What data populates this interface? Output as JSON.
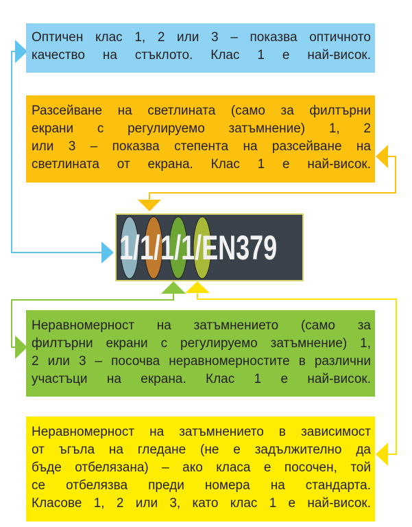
{
  "boxes": {
    "optical_class": {
      "color": "#8ed3f3",
      "lines": [
        "Оптичен клас 1, 2 или 3 – показва оптичното",
        "качество на стъклото. Клас 1 е най-висок."
      ]
    },
    "light_diffusion": {
      "color": "#fcc10e",
      "lines": [
        "Разсейване на светлината (само за филтърни",
        "екрани с регулируемо затъмнение) 1, 2",
        "или 3 – показва степента на разсейване на",
        "светлината от екрана. Клас 1 е най-висок."
      ]
    },
    "luminous_variation": {
      "color": "#8bc53f",
      "lines": [
        "Неравномерност на затъмнението (само за",
        "филтърни екрани с регулируемо затъмнение) 1,",
        "2 или 3 – посочва неравномерностите в различни",
        "участъци на екрана. Клас 1 е най-висок."
      ]
    },
    "angle_dependence": {
      "color": "#ffed00",
      "lines": [
        "Неравномерност на затъмнението в зависимост",
        "от ъгъла на гледане (не е задължително да",
        "бъде отбелязана) – ако класа е посочен, той",
        "се отбелязва преди номера на стандарта.",
        "Класове 1, 2 или 3, като клас 1 е най-висок."
      ]
    }
  },
  "marking": {
    "text": "1/1/1/1/EN379",
    "classes": [
      "1",
      "1",
      "1",
      "1"
    ],
    "separator": "/",
    "standard": "EN379"
  }
}
